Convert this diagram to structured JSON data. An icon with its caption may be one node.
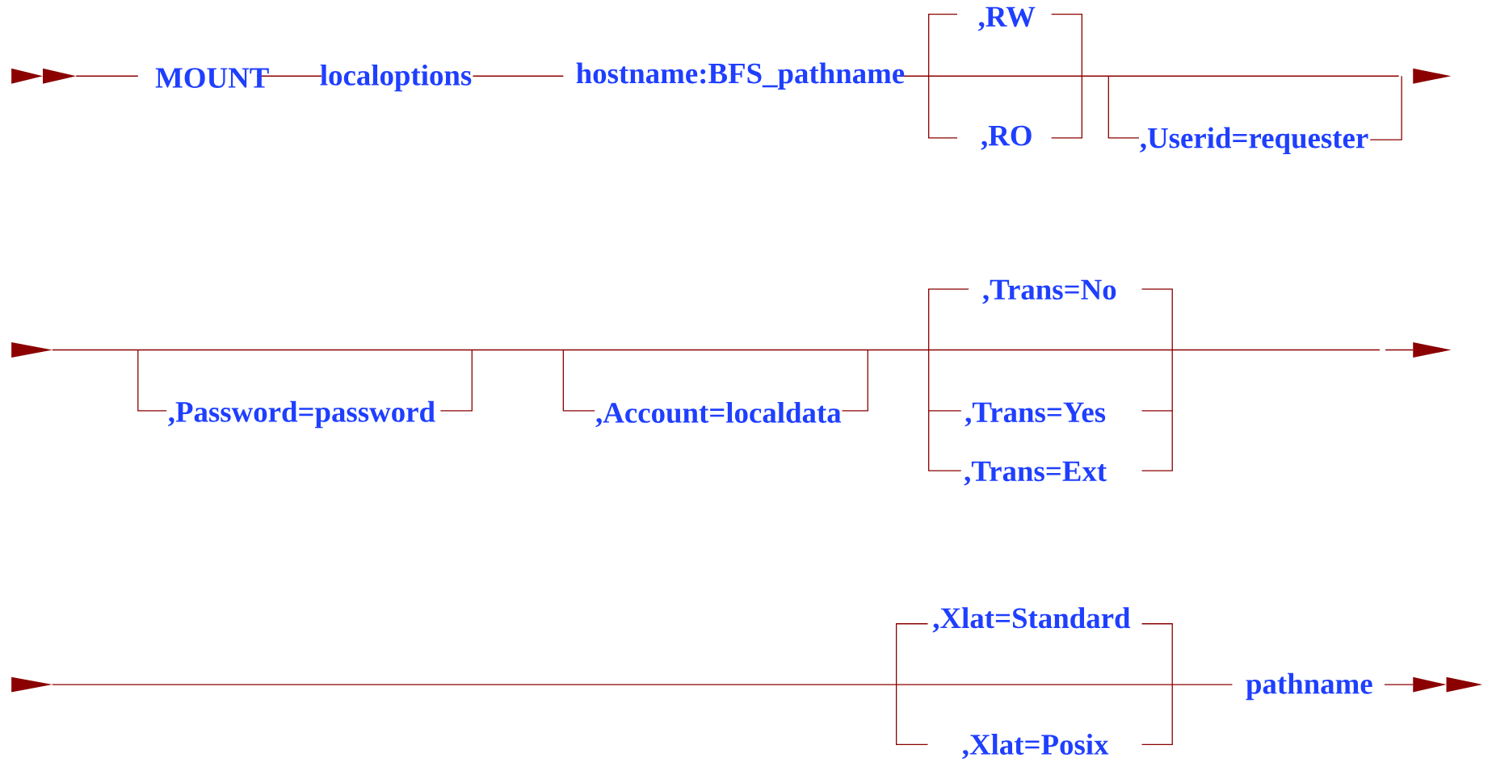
{
  "diagram": {
    "labels": [
      "MOUNT",
      "localoptions",
      "hostname:BFS_pathname",
      ",RW",
      ",RO",
      ",Userid=requester",
      ",Password=password",
      ",Account=localdata",
      ",Trans=No",
      ",Trans=Yes",
      ",Trans=Ext",
      ",Xlat=Standard",
      ",Xlat=Posix",
      "pathname"
    ]
  }
}
